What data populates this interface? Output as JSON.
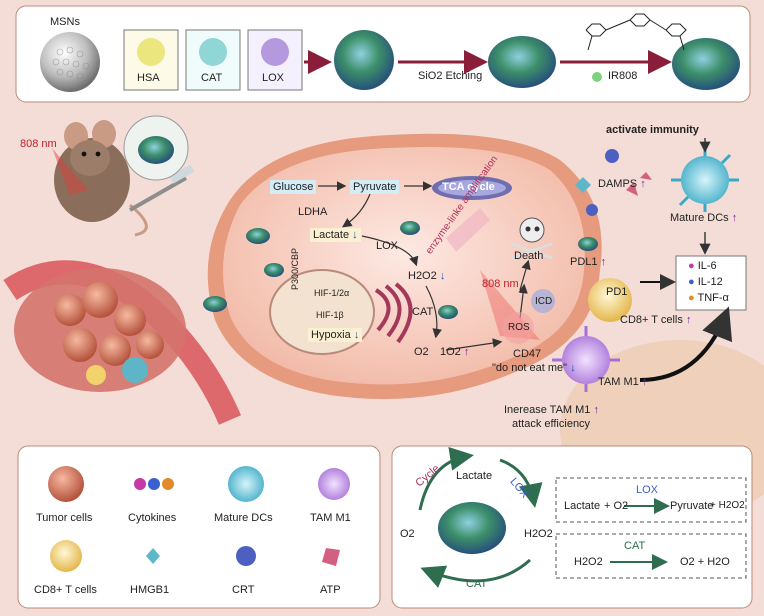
{
  "synthesis": {
    "msns_label": "MSNs",
    "hsa_label": "HSA",
    "cat_label": "CAT",
    "lox_label": "LOX",
    "etching_label": "SiO2 Etching",
    "ir808_label": "IR808"
  },
  "mouse": {
    "laser_label": "808 nm"
  },
  "cell": {
    "glucose": "Glucose",
    "pyruvate": "Pyruvate",
    "tca": "TCA cycle",
    "ldha": "LDHA",
    "lactate": "Lactate",
    "lox": "LOX",
    "h2o2": "H2O2",
    "cat": "CAT",
    "o2": "O2",
    "singlet_o2": "1O2",
    "enzyme_amp": "enzyme-linke amplification",
    "laser": "808 nm",
    "death": "Death",
    "ros": "ROS",
    "icd": "ICD",
    "p300": "P300/CBP",
    "hif1a": "HIF-1/2α",
    "hif1b": "HIF-1β",
    "hypoxia": "Hypoxia"
  },
  "immunity": {
    "activate": "activate immunity",
    "damps": "DAMPS",
    "mature_dcs": "Mature DCs",
    "pdl1": "PDL1",
    "pd1": "PD1",
    "cd8": "CD8+ T cells",
    "cd47": "CD47",
    "dont_eat": "\"do not eat me\"",
    "tam_m1": "TAM M1",
    "increase_tam": "Inerease TAM M1",
    "attack_eff": "attack efficiency",
    "cytokines": [
      "IL-6",
      "IL-12",
      "TNF-α"
    ],
    "cytokine_colors": [
      "#c63aa8",
      "#3a5fd0",
      "#e08a2a"
    ]
  },
  "legend": {
    "tumor_cells": "Tumor cells",
    "cytokines": "Cytokines",
    "mature_dcs": "Mature DCs",
    "tam_m1": "TAM M1",
    "cd8": "CD8+ T cells",
    "hmgb1": "HMGB1",
    "crt": "CRT",
    "atp": "ATP"
  },
  "cycle": {
    "cycle_label": "Cycle",
    "lactate": "Lactate",
    "lox": "LOX",
    "h2o2": "H2O2",
    "o2": "O2",
    "cat": "CAT"
  },
  "reactions": {
    "r1_lactate": "Lactate",
    "r1_plus_o2": "+ O2",
    "r1_lox": "LOX",
    "r1_pyruvate": "Pyruvate",
    "r1_plus_h2o2": "+ H2O2",
    "r2_h2o2": "H2O2",
    "r2_cat": "CAT",
    "r2_products": "O2 + H2O"
  }
}
